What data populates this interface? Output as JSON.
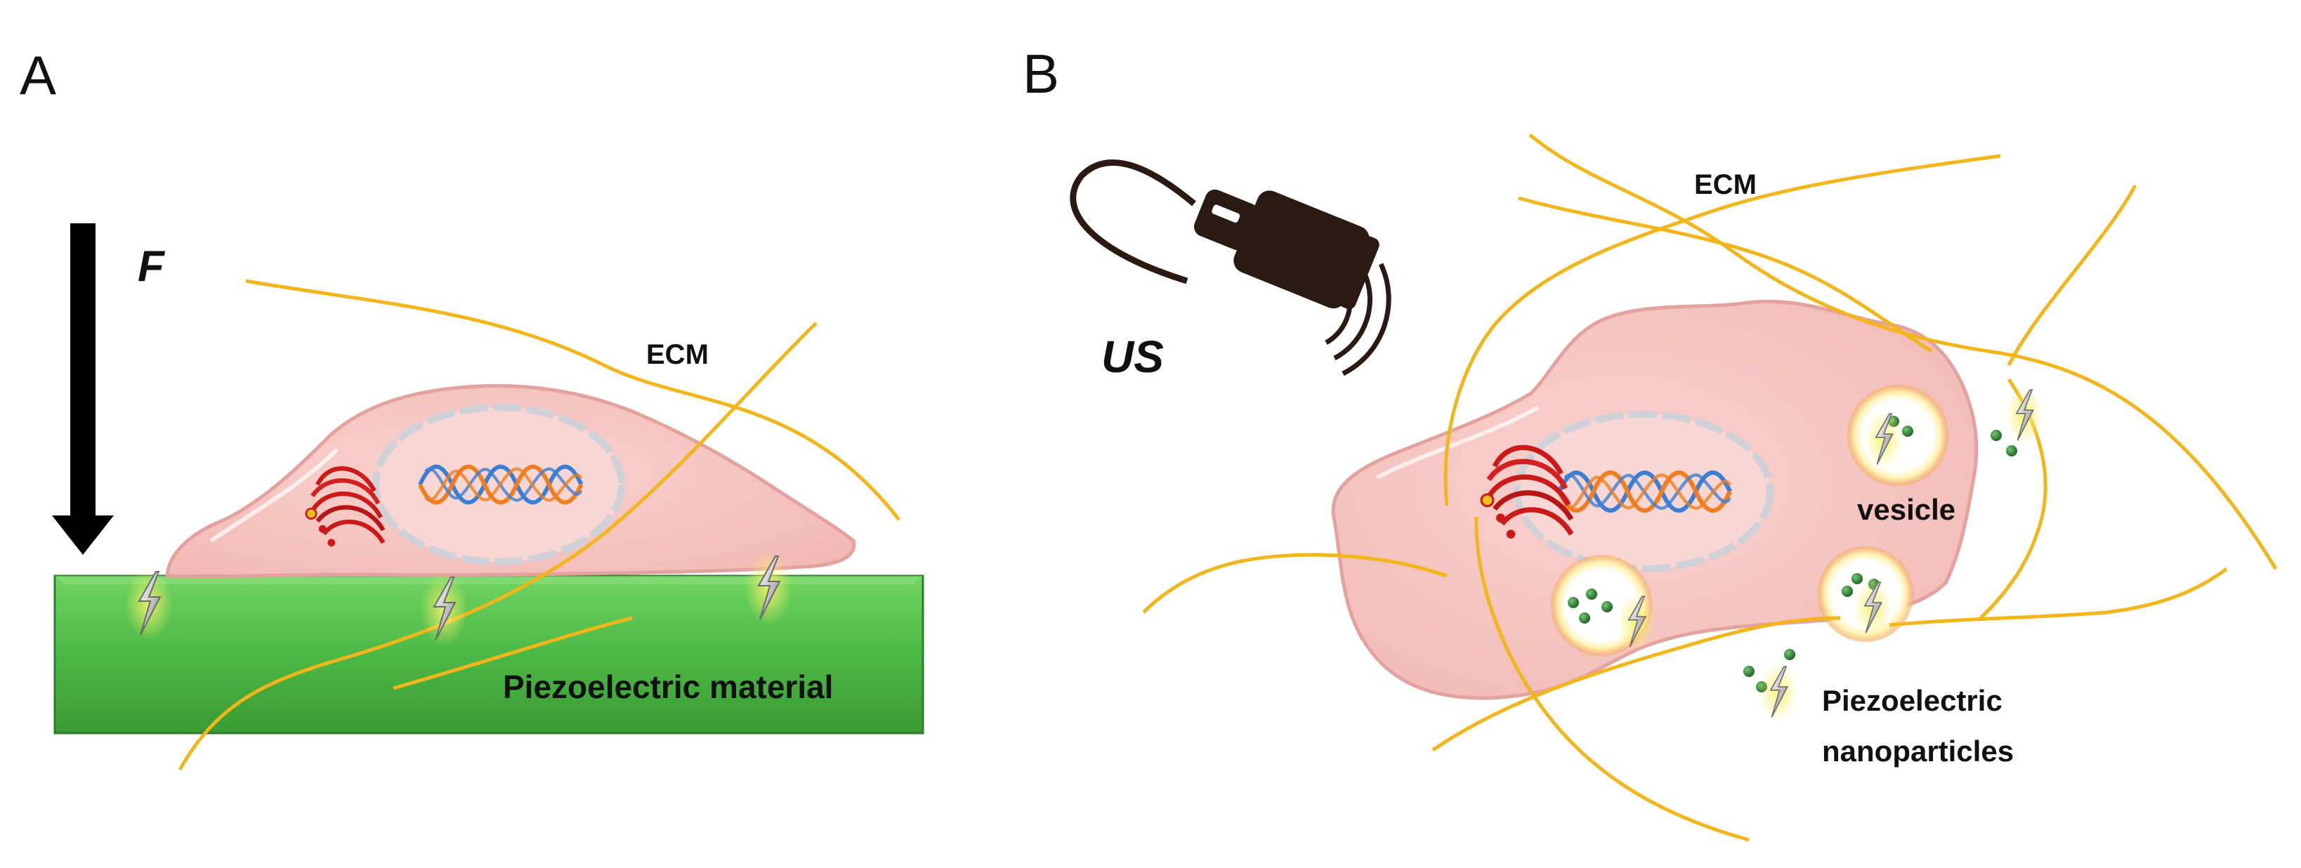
{
  "panels": {
    "a": {
      "letter": "A",
      "force_label": "F",
      "ecm_label": "ECM",
      "substrate_label": "Piezoelectric material"
    },
    "b": {
      "letter": "B",
      "ultrasound_label": "US",
      "ecm_label": "ECM",
      "vesicle_label": "vesicle",
      "nanoparticles_label_line1": "Piezoelectric",
      "nanoparticles_label_line2": "nanoparticles"
    }
  },
  "colors": {
    "substrate": "#4cb944",
    "cell": "#f6c6c2",
    "cell_edge": "#e3a29d",
    "ecm_fiber": "#f2b51a",
    "dna_blue": "#3b7fd4",
    "dna_orange": "#f07e1e",
    "golgi": "#cc1a1a",
    "nanoparticle": "#2e7d32",
    "probe": "#2b1a14"
  },
  "icons": {
    "charge": "lightning-bolt-icon",
    "probe": "ultrasound-probe-icon"
  }
}
